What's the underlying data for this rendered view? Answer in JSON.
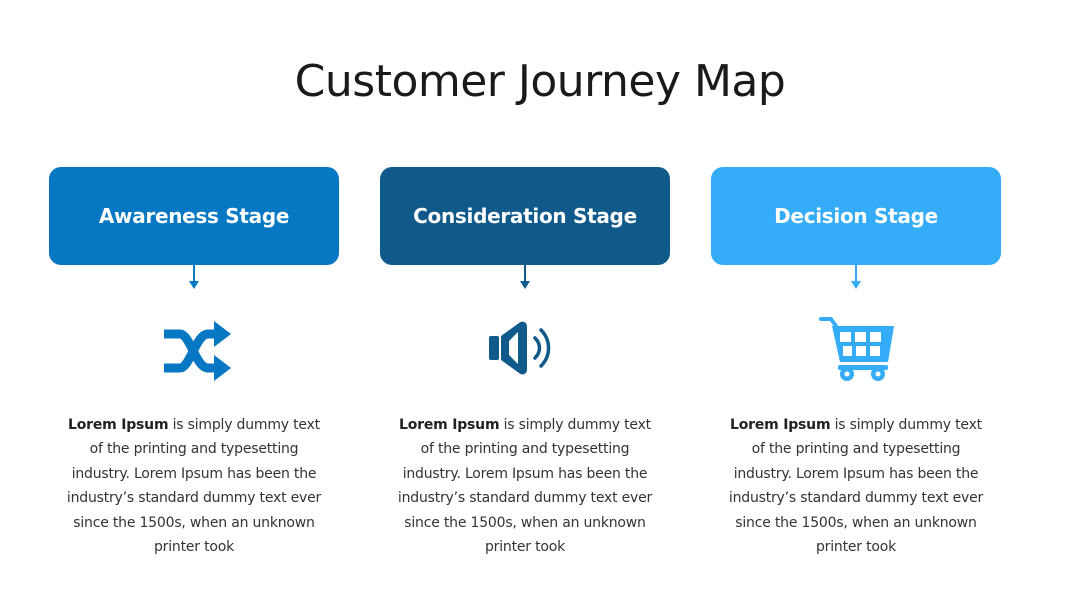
{
  "title": "Customer Journey Map",
  "stages": [
    {
      "label": "Awareness Stage",
      "color": "#0677C2",
      "icon": "shuffle-icon",
      "desc_bold": "Lorem Ipsum",
      "desc_rest": " is simply dummy text of the printing and typesetting industry. Lorem Ipsum has been the industry’s standard dummy text ever since the 1500s, when an unknown printer took"
    },
    {
      "label": "Consideration Stage",
      "color": "#0F5A8A",
      "icon": "speaker-icon",
      "desc_bold": "Lorem Ipsum",
      "desc_rest": " is simply dummy text of the printing and typesetting industry. Lorem Ipsum has been the industry’s standard dummy text ever since the 1500s, when an unknown printer took"
    },
    {
      "label": "Decision Stage",
      "color": "#35ACF7",
      "icon": "shopping-cart-icon",
      "desc_bold": "Lorem Ipsum",
      "desc_rest": " is simply dummy text of the printing and typesetting industry. Lorem Ipsum has been the industry’s standard dummy text ever since the 1500s, when an unknown printer took"
    }
  ]
}
